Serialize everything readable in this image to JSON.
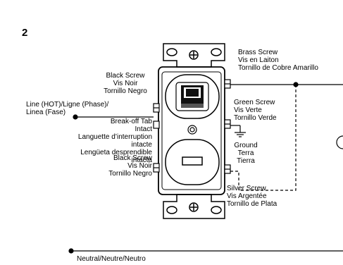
{
  "figure_number": "2",
  "labels": {
    "brass_screw": [
      "Brass Screw",
      "Vis en Laiton",
      "Tornillo de Cobre Amarillo"
    ],
    "black_screw_top": [
      "Black Screw",
      "Vis Noir",
      "Tornillo Negro"
    ],
    "line_hot": [
      "Line (HOT)/Ligne (Phase)/",
      "Linea (Fase)"
    ],
    "break_off_tab": [
      "Break-off Tab",
      "Intact",
      "Languette d’interruption",
      "intacte",
      "Lengüeta desprendible",
      "intacta"
    ],
    "green_screw": [
      "Green Screw",
      "Vis Verte",
      "Tornillo Verde"
    ],
    "ground": [
      "Ground",
      "Terra",
      "Tierra"
    ],
    "black_screw_bottom": [
      "Black Screw",
      "Vis Noir",
      "Tornillo Negro"
    ],
    "silver_screw": [
      "Silver Screw",
      "Vis Argentée",
      "Tornillo de Plata"
    ],
    "neutral": "Neutral/Neutre/Neutro"
  }
}
